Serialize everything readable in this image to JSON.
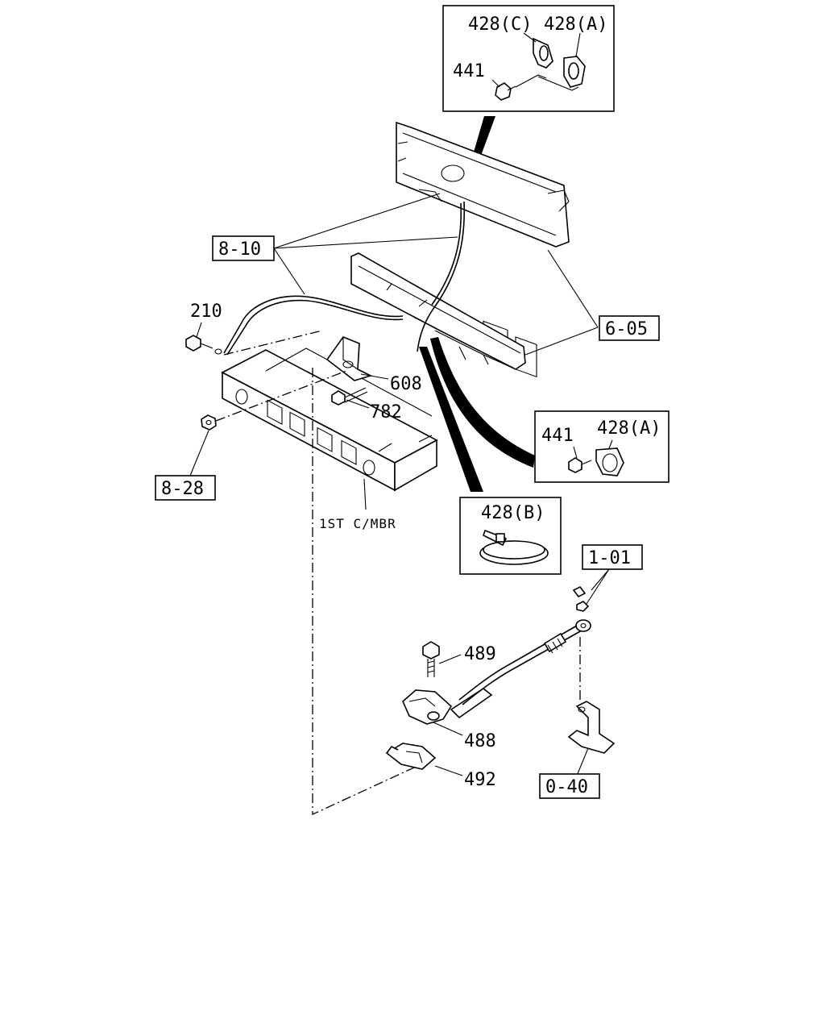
{
  "labels": {
    "p428c_top": "428(C)",
    "p428a_top": "428(A)",
    "p441_top": "441",
    "ref_8_10": "8-10",
    "ref_6_05": "6-05",
    "p210": "210",
    "p608": "608",
    "p782": "782",
    "p441_right": "441",
    "p428a_right": "428(A)",
    "ref_8_28": "8-28",
    "cross_member": "1ST C/MBR",
    "p428b": "428(B)",
    "ref_1_01": "1-01",
    "p489": "489",
    "p488": "488",
    "p492": "492",
    "ref_0_40": "0-40"
  }
}
